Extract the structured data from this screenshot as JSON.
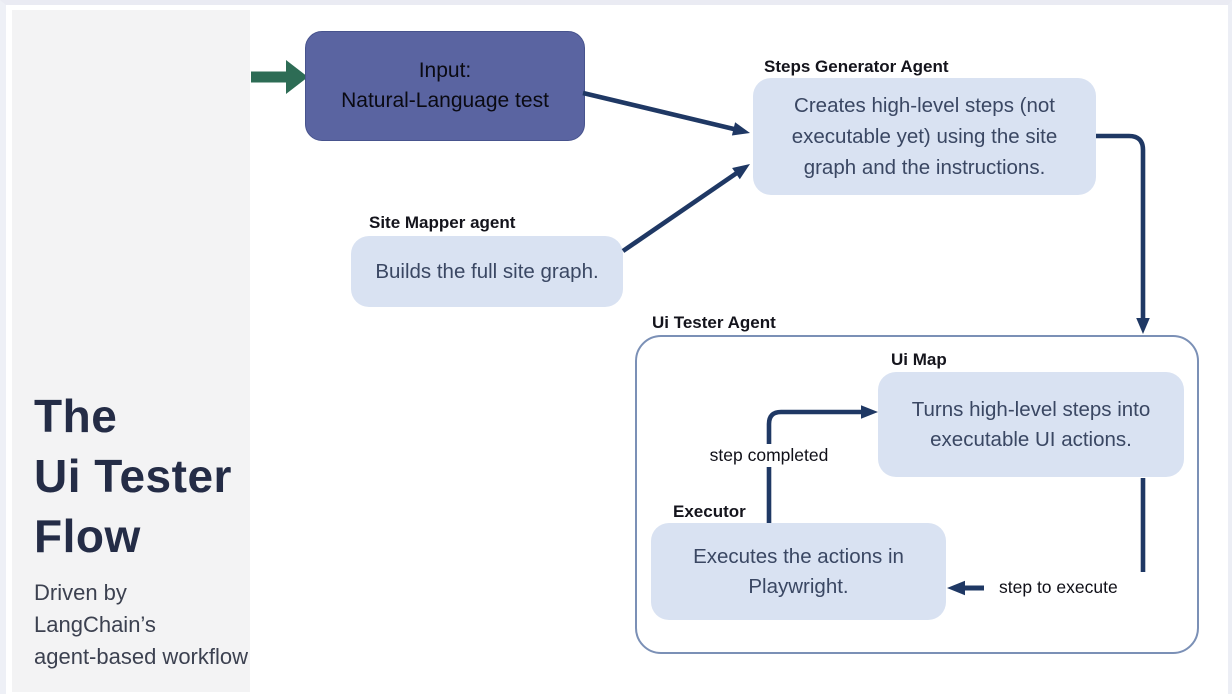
{
  "sidebar": {
    "title_lines": [
      "The",
      "Ui Tester",
      "Flow"
    ],
    "subtitle_lines": [
      "Driven by LangChain’s",
      "agent-based workflow"
    ]
  },
  "nodes": {
    "input": {
      "lines": [
        "Input:",
        "Natural-Language test"
      ]
    },
    "steps_generator": {
      "label": "Steps Generator Agent",
      "lines": [
        "Creates high-level steps (not",
        "executable yet) using the site",
        "graph and the instructions."
      ]
    },
    "site_mapper": {
      "label": "Site Mapper agent",
      "lines": [
        "Builds the full site graph."
      ]
    },
    "ui_tester_group": {
      "label": "Ui Tester Agent"
    },
    "ui_map": {
      "label": "Ui Map",
      "lines": [
        "Turns high-level steps into",
        "executable UI actions."
      ]
    },
    "executor": {
      "label": "Executor",
      "lines": [
        "Executes the actions in",
        "Playwright."
      ]
    }
  },
  "edge_labels": {
    "step_completed": "step completed",
    "step_to_execute": "step to execute"
  },
  "colors": {
    "arrow_navy": "#1f3864",
    "node_blue": "#d9e2f2",
    "input_fill": "#5a64a1",
    "input_border": "#47538d",
    "start_arrow_green": "#2d6c55",
    "group_border": "#7b90b6",
    "sidebar_bg": "#f3f3f4",
    "title_color": "#242c46"
  }
}
